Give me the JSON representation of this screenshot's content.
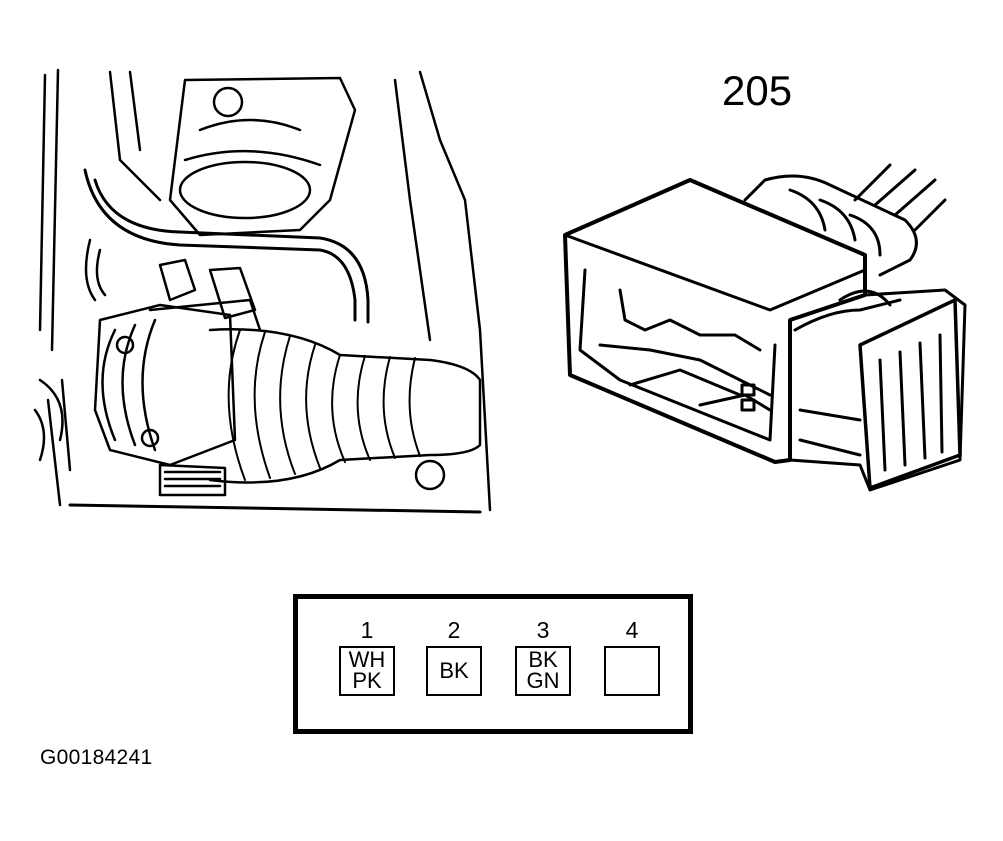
{
  "diagram": {
    "connector_number": "205",
    "figure_id": "G00184241",
    "pins": [
      {
        "number": "1",
        "wire_line1": "WH",
        "wire_line2": "PK"
      },
      {
        "number": "2",
        "wire_line1": "BK",
        "wire_line2": ""
      },
      {
        "number": "3",
        "wire_line1": "BK",
        "wire_line2": "GN"
      },
      {
        "number": "4",
        "wire_line1": "",
        "wire_line2": ""
      }
    ]
  }
}
